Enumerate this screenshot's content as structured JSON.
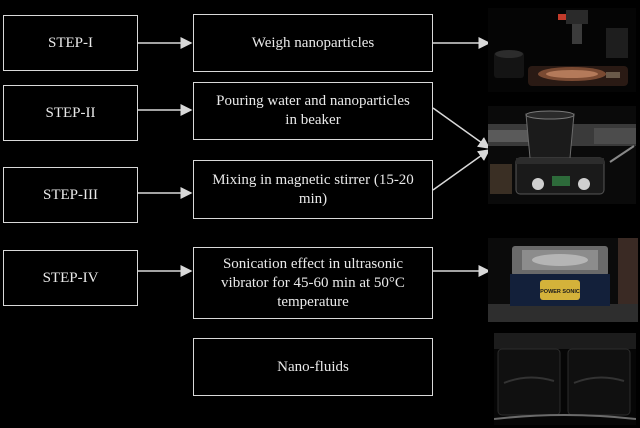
{
  "steps": [
    {
      "label": "STEP-I"
    },
    {
      "label": "STEP-II"
    },
    {
      "label": "STEP-III"
    },
    {
      "label": "STEP-IV"
    }
  ],
  "processes": [
    {
      "text": "Weigh nanoparticles"
    },
    {
      "text": "Pouring water and nanoparticles in beaker"
    },
    {
      "text": "Mixing in magnetic stirrer (15-20 min)"
    },
    {
      "text": "Sonication effect in ultrasonic vibrator for 45-60 min at 50°C temperature"
    },
    {
      "text": "Nano-fluids"
    }
  ],
  "photos": {
    "sonicator_brand": "POWER SONIC"
  }
}
